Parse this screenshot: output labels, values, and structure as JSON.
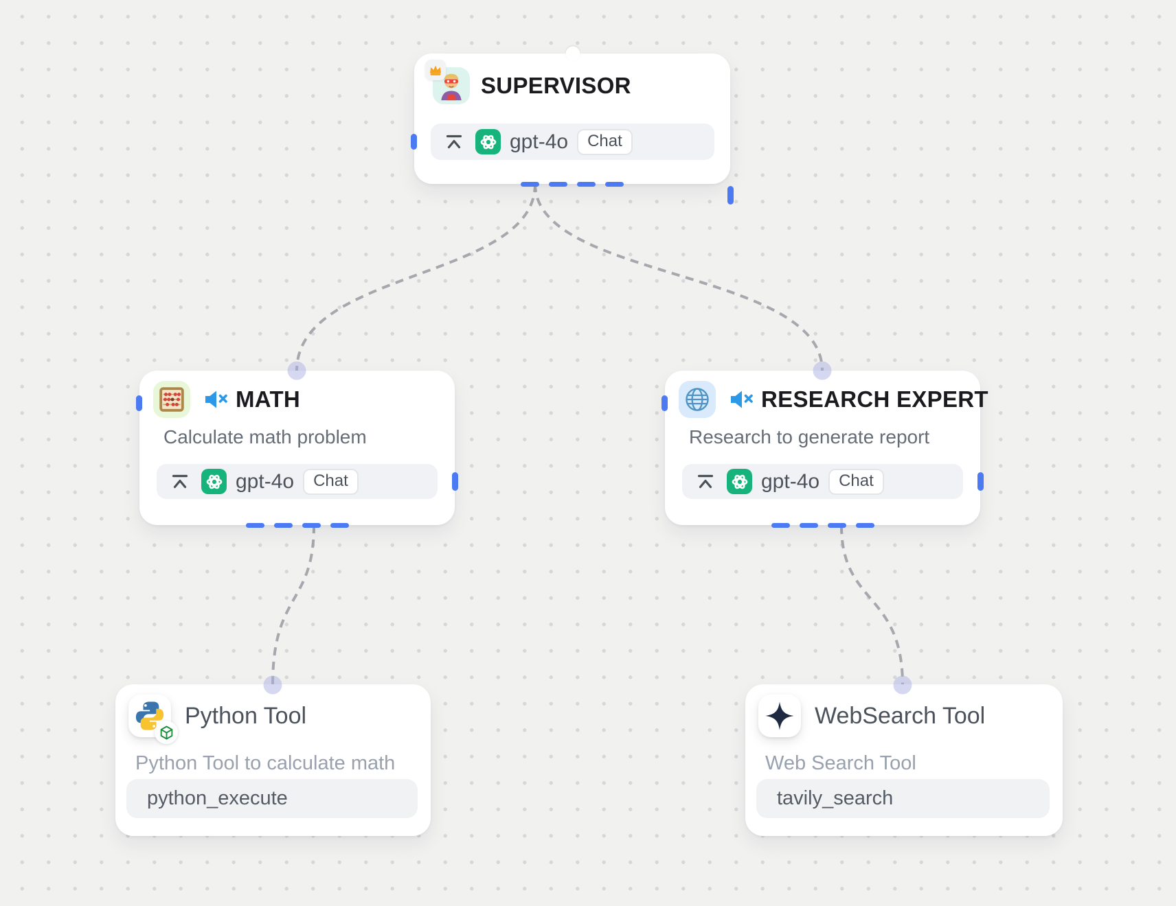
{
  "canvas": {
    "background": "#f1f1f0",
    "grid_dot_color": "#d7d7d7"
  },
  "colors": {
    "handle_blue": "#4b7af2",
    "edge_gray": "#a7a7ad",
    "openai_green": "#16b47c",
    "mute_blue": "#2b99e8",
    "crown_orange": "#f6a21b",
    "star_navy": "#1e2942",
    "python_blue": "#3a76ad",
    "python_yellow": "#f7c331",
    "cube_green": "#1e8e3e",
    "connected_dot_lavender": "#acb1e2"
  },
  "nodes": {
    "supervisor": {
      "title": "SUPERVISOR",
      "model": "gpt-4o",
      "model_badge": "Chat",
      "icons": [
        "crown-icon",
        "superhero-avatar",
        "collapse-top-icon",
        "openai-icon"
      ]
    },
    "math_agent": {
      "title": "MATH",
      "description": "Calculate math problem",
      "model": "gpt-4o",
      "model_badge": "Chat",
      "muted": true,
      "icons": [
        "abacus-icon",
        "mute-icon",
        "collapse-top-icon",
        "openai-icon"
      ]
    },
    "research_agent": {
      "title": "RESEARCH EXPERT",
      "description": "Research to generate report",
      "model": "gpt-4o",
      "model_badge": "Chat",
      "muted": true,
      "icons": [
        "globe-icon",
        "mute-icon",
        "collapse-top-icon",
        "openai-icon"
      ]
    },
    "python_tool": {
      "title": "Python Tool",
      "description": "Python Tool to calculate math",
      "tool_name": "python_execute",
      "icons": [
        "python-icon",
        "cube-icon"
      ]
    },
    "websearch_tool": {
      "title": "WebSearch Tool",
      "description": "Web Search Tool",
      "tool_name": "tavily_search",
      "icons": [
        "sparkle-icon"
      ]
    }
  },
  "edges": [
    {
      "from": "supervisor",
      "to": "math_agent"
    },
    {
      "from": "supervisor",
      "to": "research_agent"
    },
    {
      "from": "math_agent",
      "to": "python_tool"
    },
    {
      "from": "research_agent",
      "to": "websearch_tool"
    }
  ]
}
